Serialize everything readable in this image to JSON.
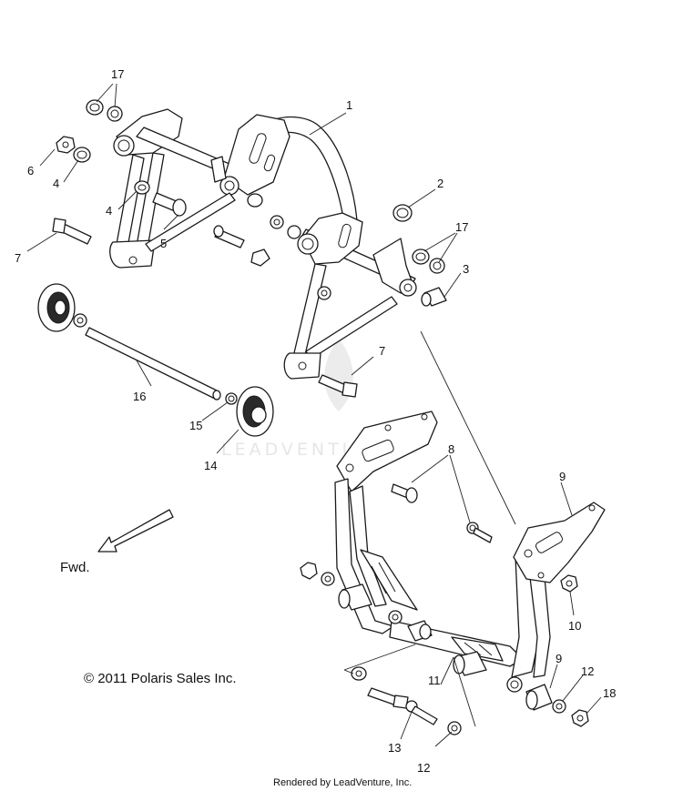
{
  "diagram": {
    "callouts": [
      "1",
      "2",
      "3",
      "4",
      "4",
      "5",
      "6",
      "7",
      "7",
      "8",
      "9",
      "9",
      "10",
      "11",
      "12",
      "12",
      "13",
      "14",
      "15",
      "16",
      "17",
      "17",
      "18"
    ],
    "direction_label": "Fwd.",
    "copyright": "© 2011 Polaris Sales Inc.",
    "rendered_by": "Rendered by LeadVenture, Inc.",
    "watermark": "LEADVENTURE"
  }
}
